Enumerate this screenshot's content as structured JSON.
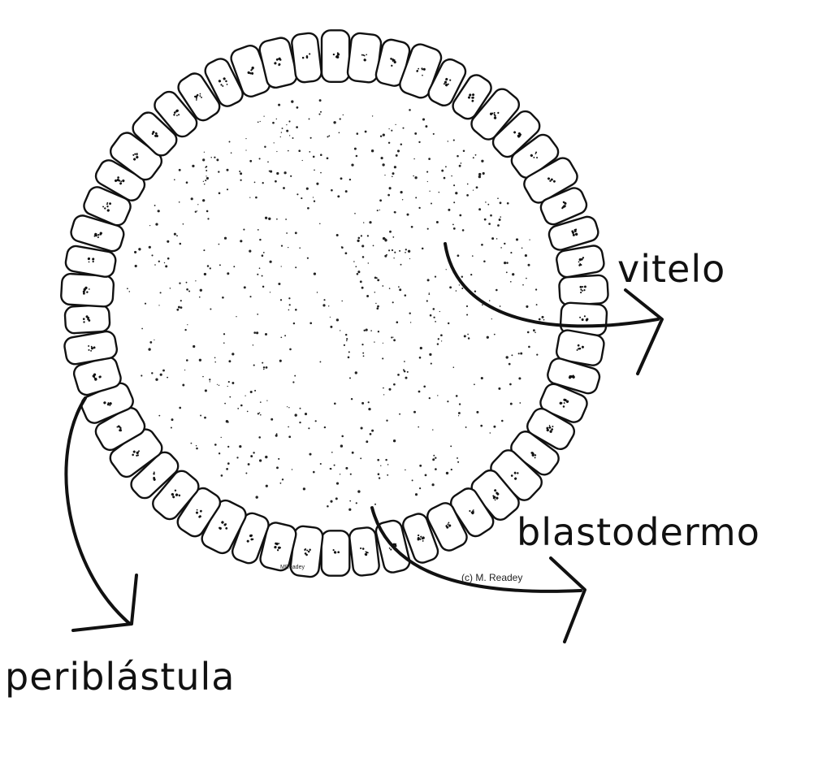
{
  "labels": {
    "vitelo": "vitelo",
    "blastodermo": "blastodermo",
    "periblastula": "periblástula"
  },
  "credits": {
    "main": "(c) M. Readey",
    "small": "MReadey"
  },
  "colors": {
    "ink": "#111111",
    "background": "#ffffff"
  }
}
